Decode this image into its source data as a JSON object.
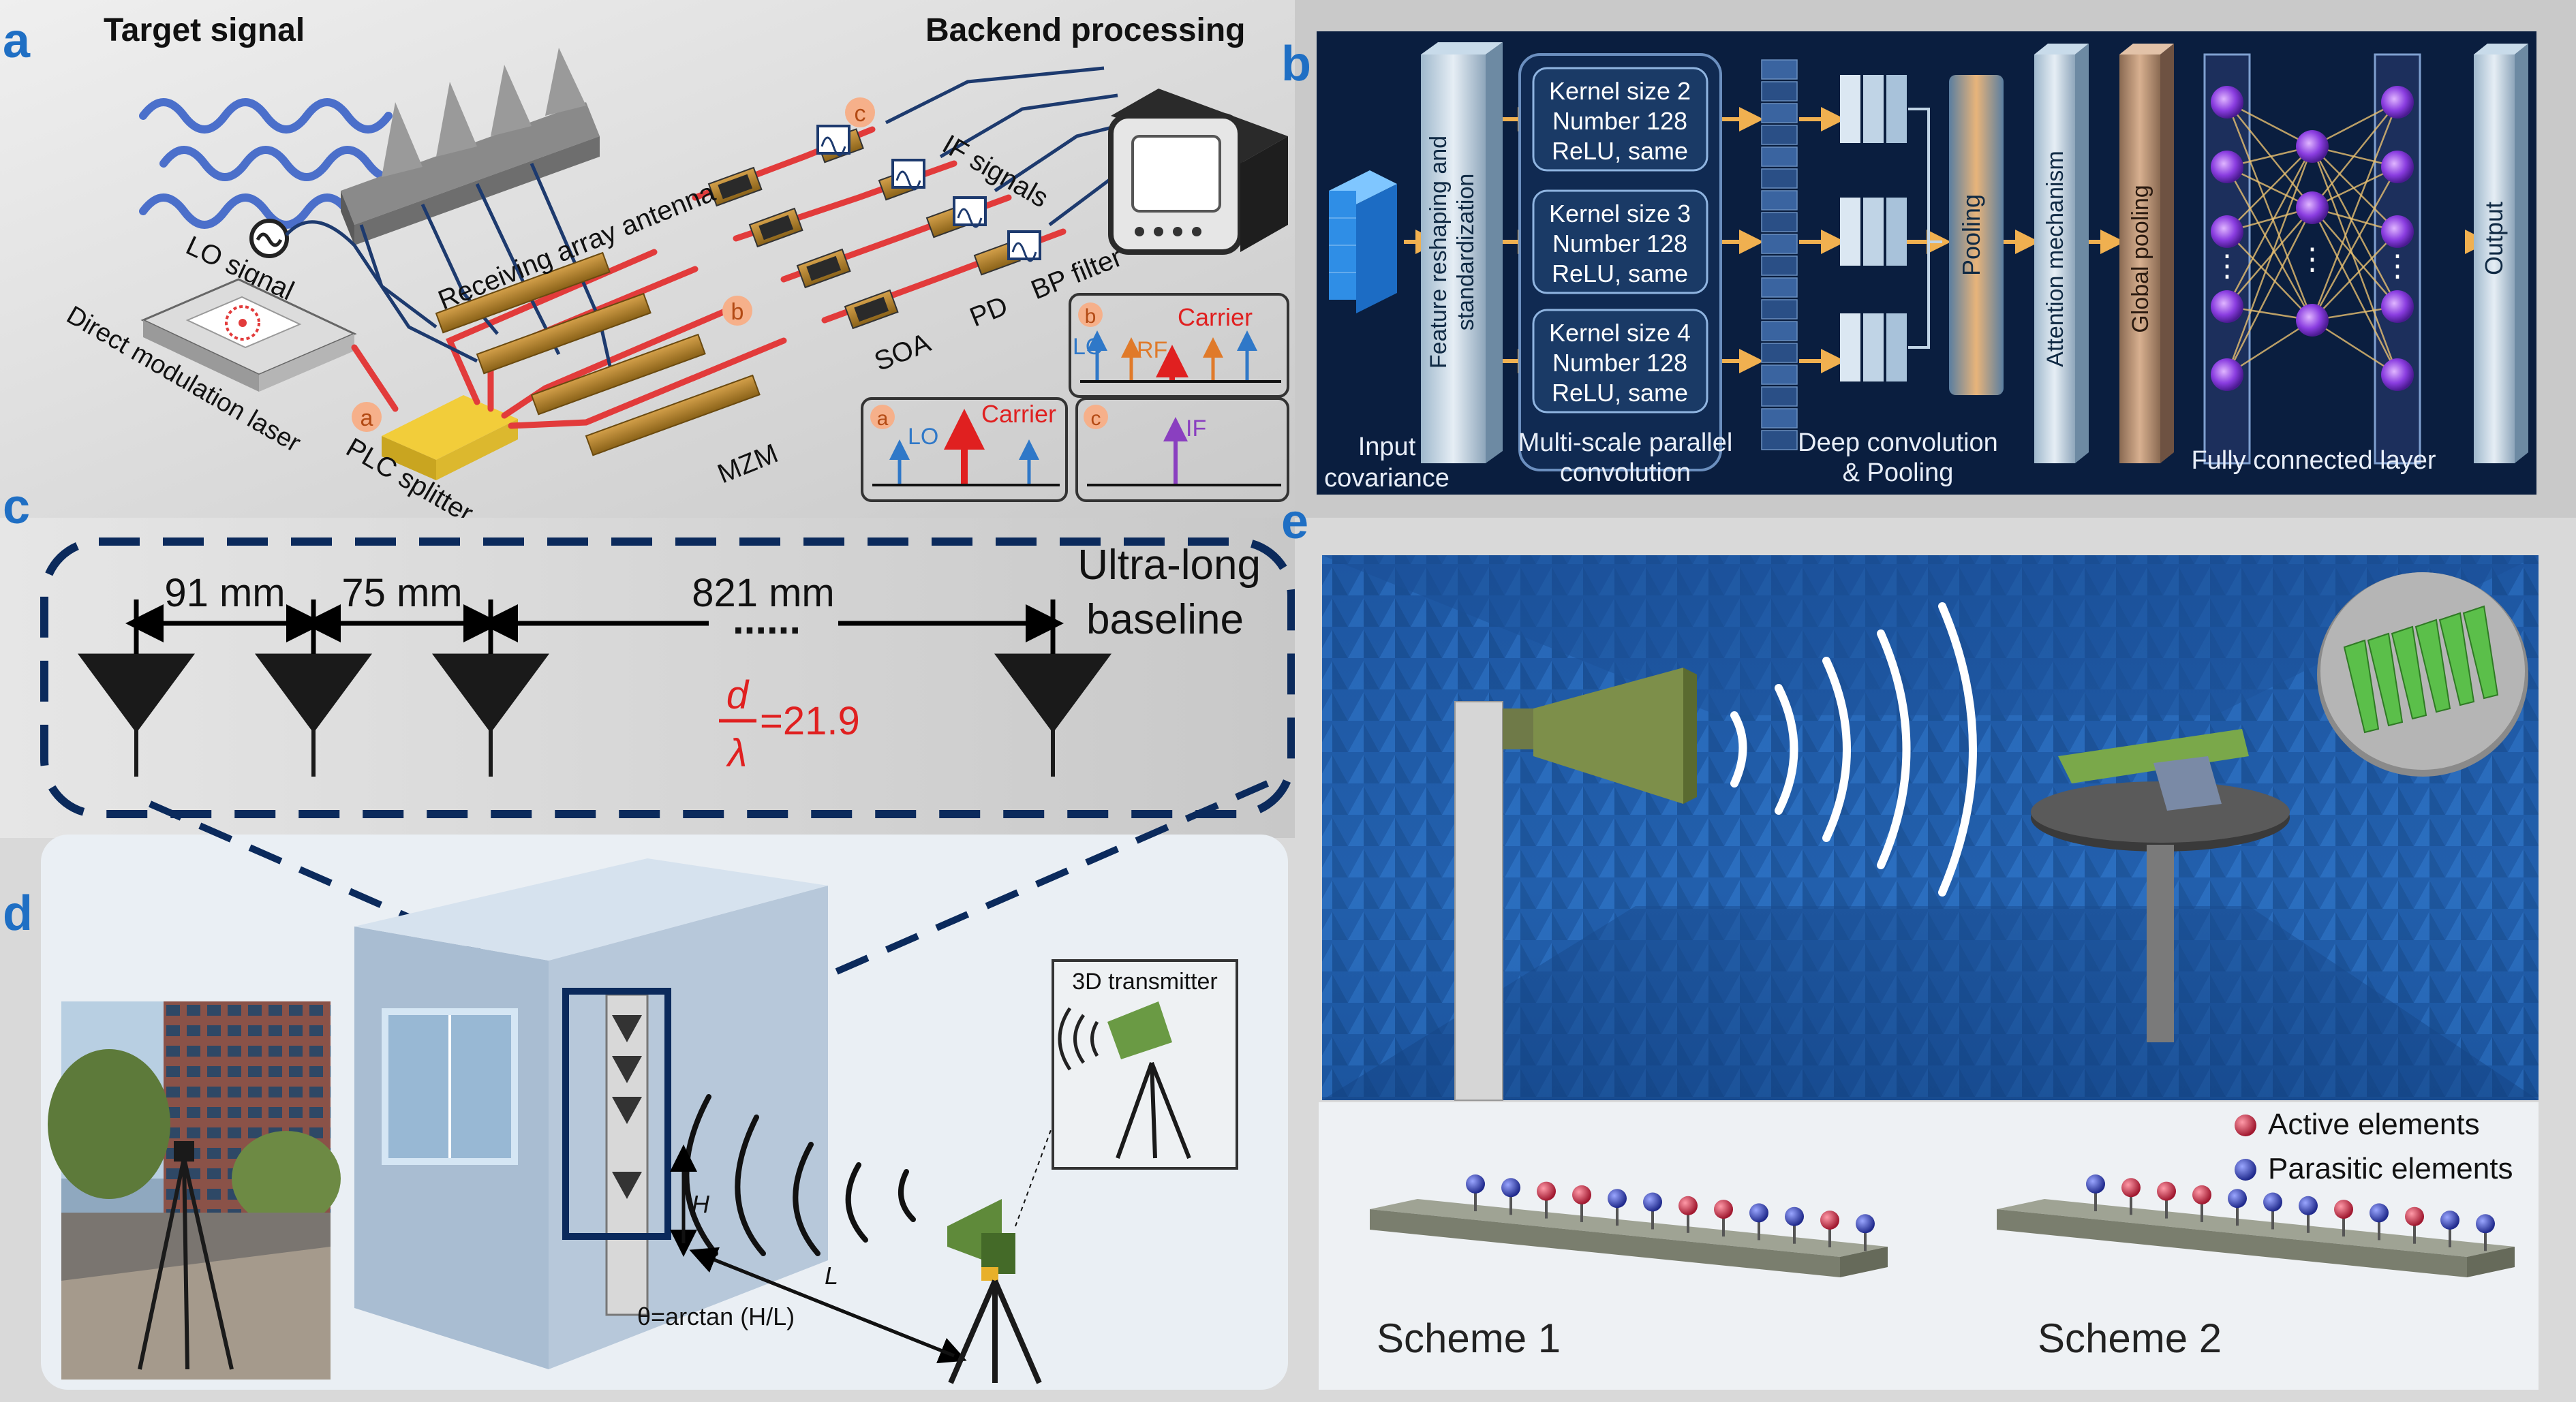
{
  "panel_labels": {
    "a": "a",
    "b": "b",
    "c": "c",
    "d": "d",
    "e": "e"
  },
  "panel_a": {
    "target_signal": "Target signal",
    "backend_processing": "Backend processing",
    "receiving_array_antenna": "Receiving array antenna",
    "lo_signal": "LO signal",
    "direct_modulation_laser": "Direct modulation laser",
    "plc_splitter": "PLC splitter",
    "mzm": "MZM",
    "soa": "SOA",
    "pd": "PD",
    "bp_filter": "BP filter",
    "if_signals": "IF signals",
    "marker_a": "a",
    "marker_b": "b",
    "marker_c": "c",
    "spec_a": {
      "tag": "a",
      "lo": "LO",
      "carrier": "Carrier"
    },
    "spec_b": {
      "tag": "b",
      "lo": "LO",
      "rf": "RF",
      "carrier": "Carrier"
    },
    "spec_c": {
      "tag": "c",
      "if": "IF"
    }
  },
  "panel_b": {
    "input_covariance": [
      "Input",
      "covariance"
    ],
    "feature_reshaping": [
      "Feature reshaping and",
      "standardization"
    ],
    "kernels": [
      [
        "Kernel size 2",
        "Number 128",
        "ReLU, same"
      ],
      [
        "Kernel size 3",
        "Number 128",
        "ReLU, same"
      ],
      [
        "Kernel size 4",
        "Number 128",
        "ReLU, same"
      ]
    ],
    "multi_scale": [
      "Multi-scale parallel",
      "convolution"
    ],
    "deep_conv": [
      "Deep convolution",
      "& Pooling"
    ],
    "pooling": "Pooling",
    "attention": "Attention mechanism",
    "global_pooling": "Global pooling",
    "fully_connected": "Fully connected layer",
    "output": "Output",
    "ellipsis": "⋮"
  },
  "panel_c": {
    "dist1": "91 mm",
    "dist2": "75 mm",
    "dist3": "821 mm",
    "dots": "......",
    "ultra_long": [
      "Ultra-long",
      "baseline"
    ],
    "ratio_num": "d",
    "ratio_den": "λ",
    "ratio_val": "=21.9"
  },
  "panel_d": {
    "transmitter": "3D transmitter",
    "h": "H",
    "l": "L",
    "theta": "θ=arctan (H/L)"
  },
  "panel_e": {
    "active": "Active elements",
    "parasitic": "Parasitic elements",
    "scheme1": "Scheme 1",
    "scheme2": "Scheme 2",
    "scheme1_pattern": [
      "b",
      "b",
      "r",
      "r",
      "b",
      "b",
      "r",
      "r",
      "b",
      "b",
      "r",
      "b"
    ],
    "scheme2_pattern": [
      "b",
      "r",
      "r",
      "r",
      "b",
      "b",
      "b",
      "r",
      "b",
      "r",
      "b",
      "b"
    ]
  },
  "colors": {
    "label_blue": "#1f6fc4",
    "red_fiber": "#e23b3b",
    "dark_blue": "#0b2a5c",
    "nn_bg": "#0a1e3f",
    "chamber": "#1d5aa8",
    "red_text": "#e02020",
    "lo_blue": "#2f78c8",
    "rf_orange": "#e07a2a",
    "if_purple": "#8a3fc0",
    "active_red": "#c83048",
    "parasitic_blue": "#3440b8"
  }
}
